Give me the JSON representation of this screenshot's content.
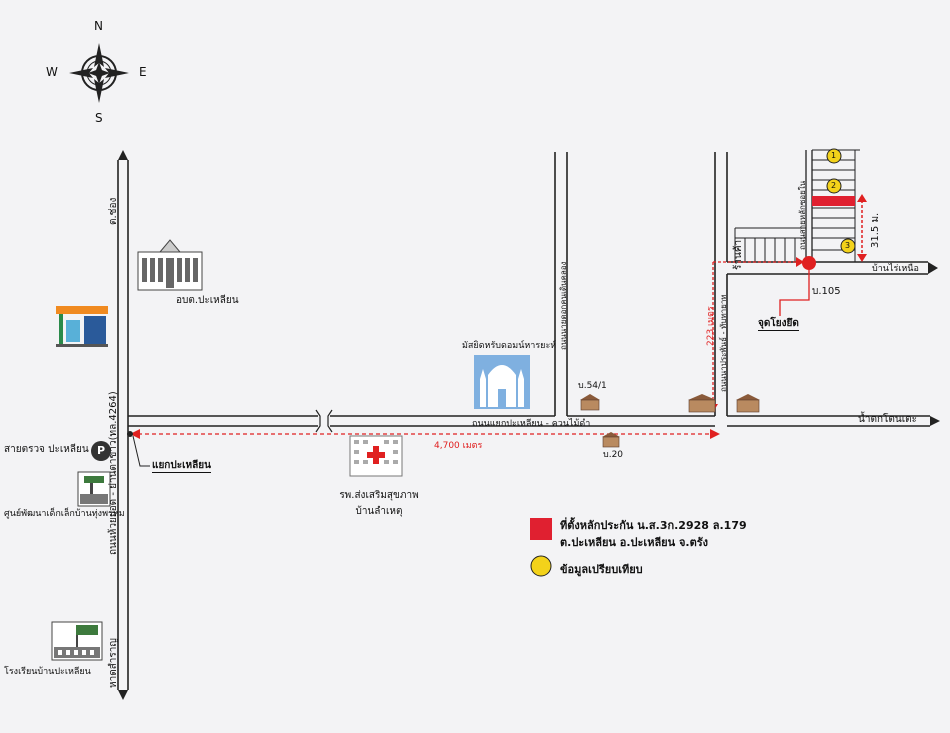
{
  "compass": {
    "n": "N",
    "s": "S",
    "e": "E",
    "w": "W"
  },
  "roads": {
    "main_vertical": "ถนนห้วยยอด - ย่านตาขาว(ทล.4264)",
    "chong_direction": "ต.ช่อง",
    "hatsamran_direction": "หาดสำราญ",
    "main_horizontal": "ถนนแยกปะเหลียน - ควนไม้ดำ",
    "side_road_1": "ถนนนายดอกคนเดินคลอง",
    "side_road_2": "ถนนนาประพันธ์ - ทับทายาท",
    "upper_road_arrow": "บ้านไร่เหนือ",
    "lower_road_arrow": "น้ำตกโตนเตะ"
  },
  "places": {
    "district_office": "อบต.ปะเหลียน",
    "checkpoint": "สายตรวจ ปะเหลียน",
    "parking_symbol": "P",
    "junction": "แยกปะเหลียน",
    "childcare": "ศูนย์พัฒนาเด็กเล็กบ้านทุ่งพรหม",
    "school": "โรงเรียนบ้านปะเหลียน",
    "mosque": "มัสยิดหรับดอมน์หารยะห์",
    "hospital": "รพ.ส่งเสริมสุขภาพ บ้านลำเหตุ",
    "house_541": "บ.54/1",
    "house_20": "บ.20",
    "house_105": "บ.105",
    "shop": "ร้านค้า",
    "target_point": "จุดโยงยึด",
    "street_name": "ถนนสายหลักซอยใน"
  },
  "distances": {
    "main": "4,700 เมตร",
    "side": "223 เมตร",
    "setback": "31.5 ม."
  },
  "markers": [
    "1",
    "2",
    "3"
  ],
  "legend": {
    "collateral_line1": "ที่ตั้งหลักประกัน น.ส.3ก.2928 ล.179",
    "collateral_line2": "ต.ปะเหลียน อ.ปะเหลียน จ.ตรัง",
    "comparison": "ข้อมูลเปรียบเทียบ"
  },
  "colors": {
    "road": "#222222",
    "distance_line": "#e02020",
    "collateral": "#e02030",
    "comparison": "#f3d21a",
    "mosque_bg": "#7fb0e0"
  }
}
